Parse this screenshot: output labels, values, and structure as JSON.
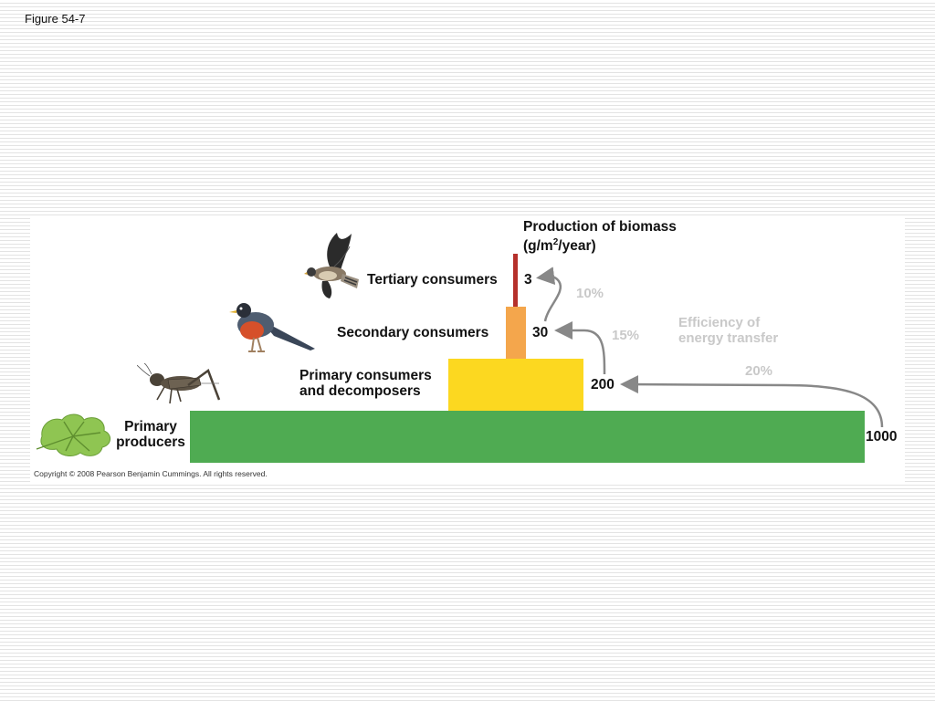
{
  "figure_label": "Figure 54-7",
  "production_heading": {
    "line1": "Production of biomass",
    "line2_prefix": "(g/m",
    "line2_sup": "2",
    "line2_suffix": "/year)"
  },
  "levels": [
    {
      "name": "Tertiary consumers",
      "value": "3",
      "color": "#b5302b",
      "picture": "falcon"
    },
    {
      "name": "Secondary consumers",
      "value": "30",
      "color": "#f4a64c",
      "picture": "robin"
    },
    {
      "name_line1": "Primary consumers",
      "name_line2": "and decomposers",
      "value": "200",
      "color": "#fcd820",
      "picture": "cricket"
    },
    {
      "name_line1": "Primary",
      "name_line2": "producers",
      "value": "1000",
      "color": "#4fab52",
      "picture": "leaf"
    }
  ],
  "efficiency": {
    "heading_line1": "Efficiency of",
    "heading_line2": "energy transfer",
    "transfers": [
      {
        "label": "10%",
        "from": "30",
        "to": "3"
      },
      {
        "label": "15%",
        "from": "200",
        "to": "30"
      },
      {
        "label": "20%",
        "from": "1000",
        "to": "200"
      }
    ],
    "label_color": "#c9c9c9",
    "arrow_color": "#888888"
  },
  "copyright": "Copyright © 2008 Pearson Benjamin Cummings. All rights reserved."
}
